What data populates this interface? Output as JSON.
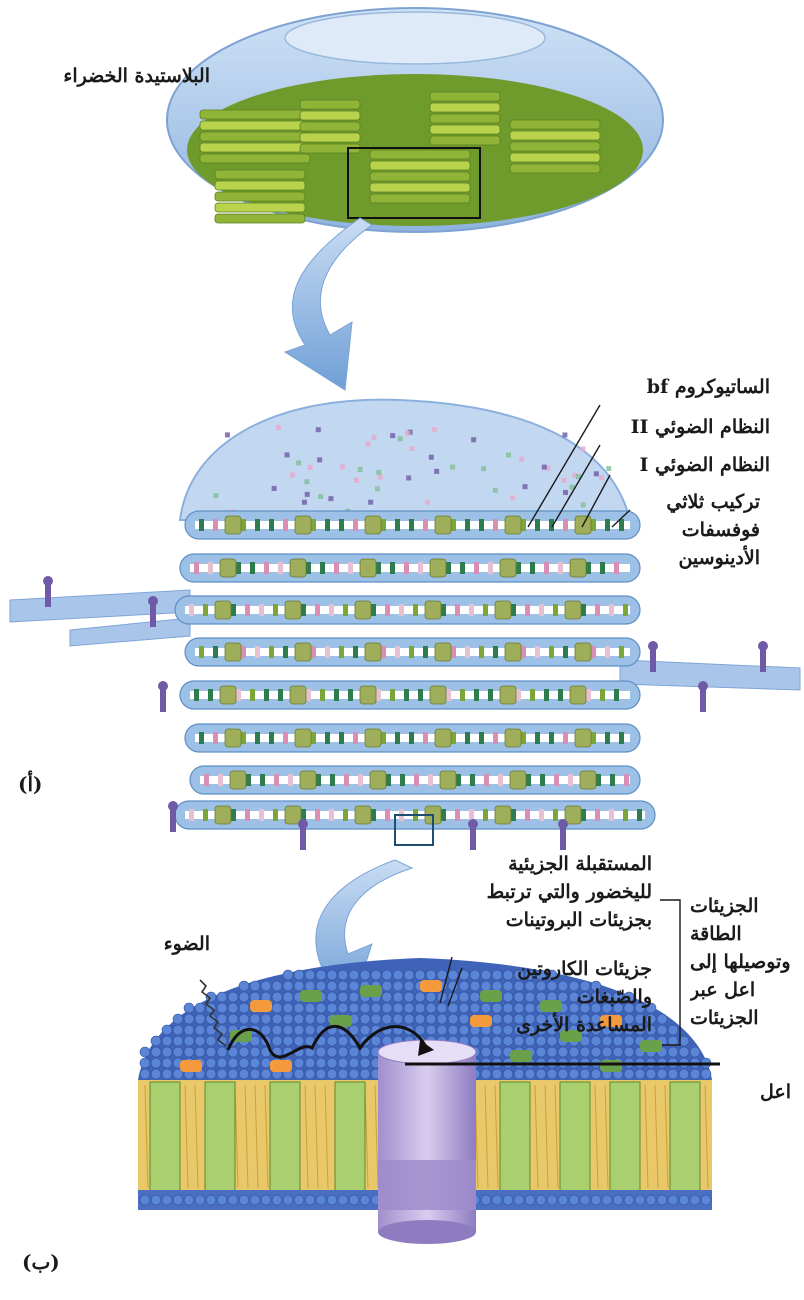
{
  "labels": {
    "chloroplast": "البلاستيدة الخضراء",
    "cytochrome": "الساتيوكروم bf",
    "photosystem2": "النظام الضوئي II",
    "photosystem1": "النظام الضوئي I",
    "atp_line1": "تركيب ثلاثي",
    "atp_line2": "فوفسفات",
    "atp_line3": "الأدينوسين",
    "antenna_line1": "المستقبلة الجزيئية",
    "antenna_line2": "لليخضور والتي ترتبط",
    "antenna_line3": "بجزيئات البروتينات",
    "light": "الضوء",
    "carotenoid_line1": "جزيئات الكاروتين",
    "carotenoid_line2": "والصّبغات",
    "carotenoid_line3": "المساعدة الأخرى",
    "right_line1": "الجزيئات",
    "right_line2": "الطاقة",
    "right_line3": "وتوصيلها إلى",
    "right_line4": "اعل عبر",
    "right_line5": "الجزيئات",
    "reaction": "اعل"
  },
  "panels": {
    "a": "(أ)",
    "b": "(ب)"
  },
  "colors": {
    "membrane": "#9cc0e6",
    "membrane_dark": "#5f8fc6",
    "thylakoid_green": "#9cbf3a",
    "protein_purple": "#6f5aa8",
    "carotenoid_orange": "#f39a3c",
    "chlorophyll_green": "#6aa04a",
    "arrow_blue": "#8fb6e3"
  }
}
